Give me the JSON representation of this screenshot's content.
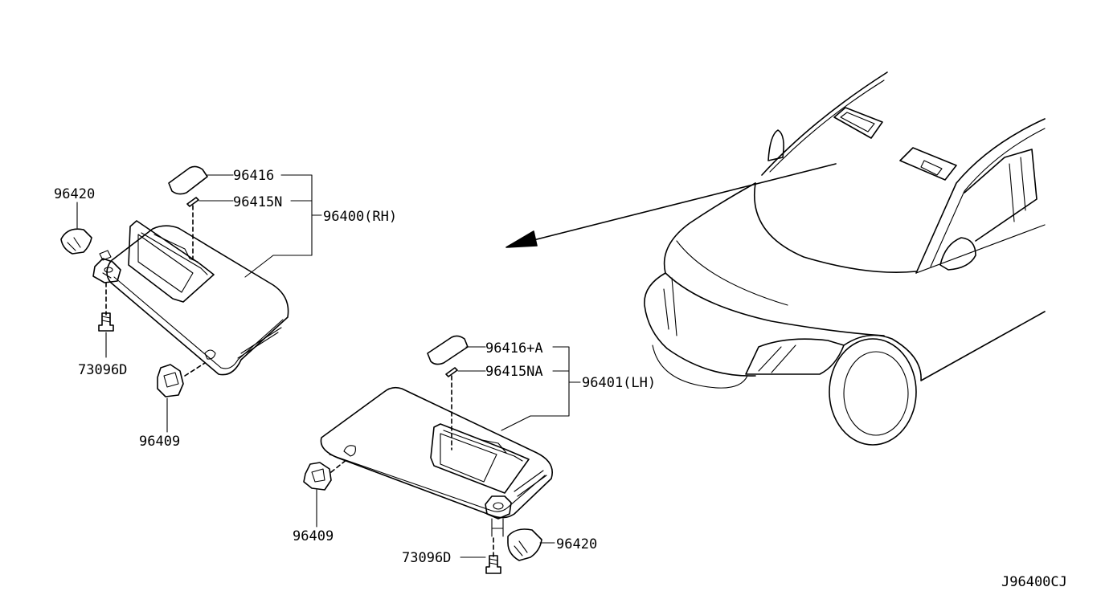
{
  "diagram_code": "J96400CJ",
  "labels": {
    "rh_clip": "96420",
    "rh_cover": "96416",
    "rh_pin": "96415N",
    "rh_assembly": "96400(RH)",
    "rh_screw": "73096D",
    "rh_holder": "96409",
    "lh_cover": "96416+A",
    "lh_pin": "96415NA",
    "lh_assembly": "96401(LH)",
    "lh_holder": "96409",
    "lh_screw": "73096D",
    "lh_clip": "96420"
  }
}
